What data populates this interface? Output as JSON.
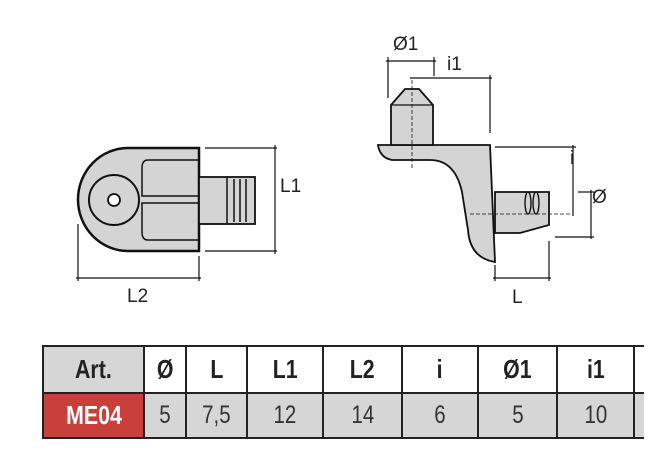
{
  "drawing": {
    "front_view": {
      "labels": {
        "height": "L1",
        "length": "L2"
      }
    },
    "side_view": {
      "labels": {
        "pin_diameter": "Ø1",
        "pin_offset": "i1",
        "offset": "i",
        "diameter": "Ø",
        "length": "L"
      }
    }
  },
  "table": {
    "headers": [
      "Art.",
      "Ø",
      "L",
      "L1",
      "L2",
      "i",
      "Ø1",
      "i1"
    ],
    "rows": [
      {
        "art": "ME04",
        "values": [
          "5",
          "7,5",
          "12",
          "14",
          "6",
          "5",
          "10"
        ]
      }
    ],
    "colors": {
      "article_code_bg": "#c9403a",
      "cell_bg": "#d6d6d6"
    }
  }
}
